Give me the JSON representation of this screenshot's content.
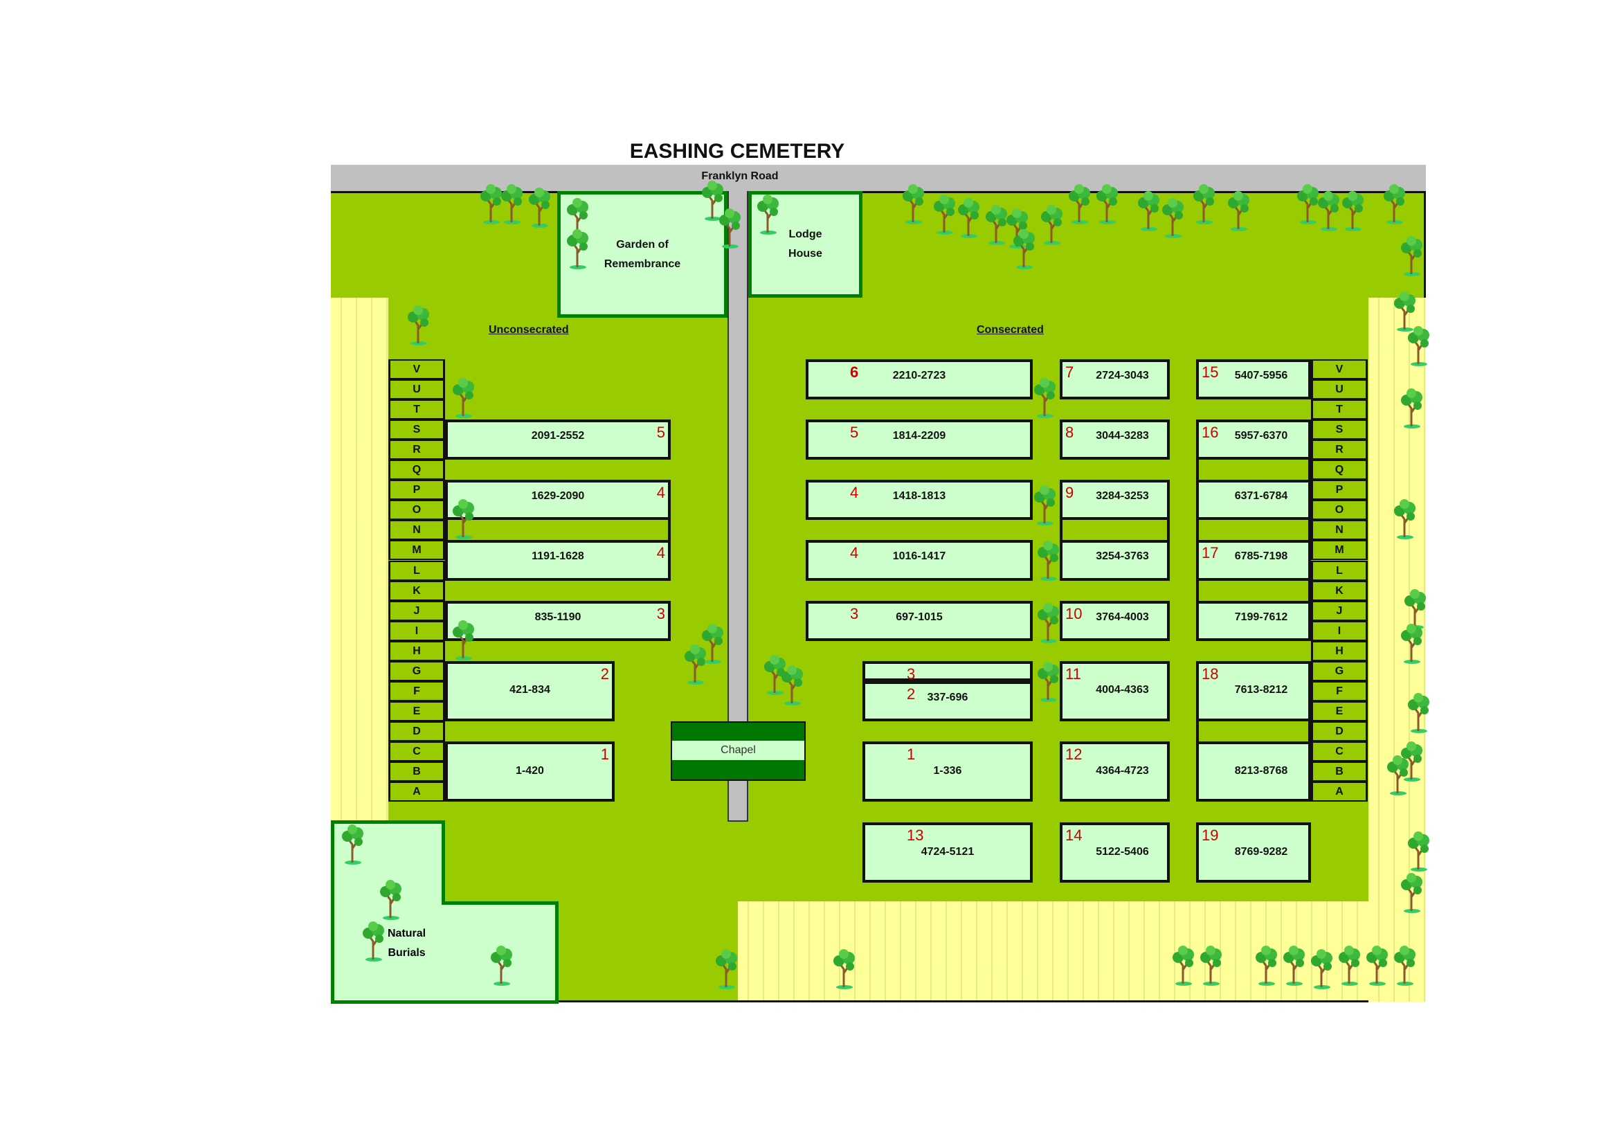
{
  "title": "EASHING CEMETERY",
  "road": "Franklyn Road",
  "areas": {
    "garden": [
      "Garden of",
      "Remembrance"
    ],
    "lodge": [
      "Lodge",
      "House"
    ],
    "chapel": "Chapel",
    "natural_burials": [
      "Natural",
      "Burials"
    ]
  },
  "sections": {
    "unconsecrated": "Unconsecrated",
    "consecrated": "Consecrated"
  },
  "rows": [
    "V",
    "U",
    "T",
    "S",
    "R",
    "Q",
    "P",
    "O",
    "N",
    "M",
    "L",
    "K",
    "J",
    "I",
    "H",
    "G",
    "F",
    "E",
    "D",
    "C",
    "B",
    "A"
  ],
  "plots": [
    {
      "section": "Unconsecrated",
      "number": "5",
      "range": "2091-2552"
    },
    {
      "section": "Unconsecrated",
      "number": "4",
      "range": "1629-2090"
    },
    {
      "section": "Unconsecrated",
      "number": "4",
      "range": "1191-1628"
    },
    {
      "section": "Unconsecrated",
      "number": "3",
      "range": "835-1190"
    },
    {
      "section": "Unconsecrated",
      "number": "2",
      "range": "421-834"
    },
    {
      "section": "Unconsecrated",
      "number": "1",
      "range": "1-420"
    },
    {
      "section": "Consecrated",
      "number": "6",
      "range": "2210-2723"
    },
    {
      "section": "Consecrated",
      "number": "5",
      "range": "1814-2209"
    },
    {
      "section": "Consecrated",
      "number": "4",
      "range": "1418-1813"
    },
    {
      "section": "Consecrated",
      "number": "4",
      "range": "1016-1417"
    },
    {
      "section": "Consecrated",
      "number": "3",
      "range": "697-1015"
    },
    {
      "section": "Consecrated",
      "number": "3",
      "range": ""
    },
    {
      "section": "Consecrated",
      "number": "2",
      "range": "337-696"
    },
    {
      "section": "Consecrated",
      "number": "1",
      "range": "1-336"
    },
    {
      "section": "Consecrated",
      "number": "13",
      "range": "4724-5121"
    },
    {
      "section": "Consecrated",
      "number": "7",
      "range": "2724-3043"
    },
    {
      "section": "Consecrated",
      "number": "8",
      "range": "3044-3283"
    },
    {
      "section": "Consecrated",
      "number": "9",
      "range": "3284-3253"
    },
    {
      "section": "Consecrated",
      "number": "",
      "range": "3254-3763"
    },
    {
      "section": "Consecrated",
      "number": "10",
      "range": "3764-4003"
    },
    {
      "section": "Consecrated",
      "number": "11",
      "range": "4004-4363"
    },
    {
      "section": "Consecrated",
      "number": "12",
      "range": "4364-4723"
    },
    {
      "section": "Consecrated",
      "number": "14",
      "range": "5122-5406"
    },
    {
      "section": "Consecrated",
      "number": "15",
      "range": "5407-5956"
    },
    {
      "section": "Consecrated",
      "number": "16",
      "range": "5957-6370"
    },
    {
      "section": "Consecrated",
      "number": "",
      "range": "6371-6784"
    },
    {
      "section": "Consecrated",
      "number": "17",
      "range": "6785-7198"
    },
    {
      "section": "Consecrated",
      "number": "",
      "range": "7199-7612"
    },
    {
      "section": "Consecrated",
      "number": "18",
      "range": "7613-8212"
    },
    {
      "section": "Consecrated",
      "number": "",
      "range": "8213-8768"
    },
    {
      "section": "Consecrated",
      "number": "19",
      "range": "8769-9282"
    }
  ],
  "colors": {
    "grass": "#99cc00",
    "plot": "#ccffcc",
    "border": "#008000",
    "meadow": "#ffff99",
    "plot_number": "#cc0000",
    "road": "#c0c0c0"
  }
}
